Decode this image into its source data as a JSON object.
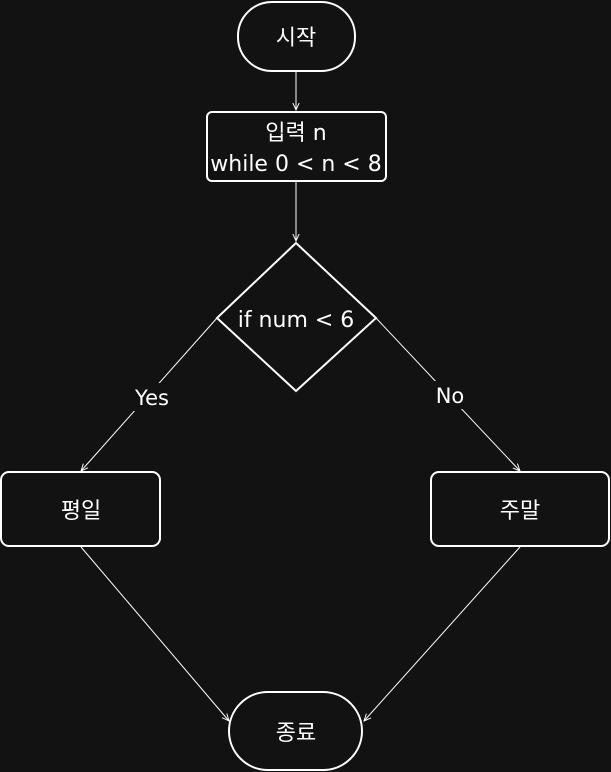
{
  "nodes": {
    "start": {
      "label": "시작"
    },
    "input": {
      "line1": "입력 n",
      "line2": "while 0 < n < 8"
    },
    "decision": {
      "label": "if num < 6"
    },
    "weekday": {
      "label": "평일"
    },
    "weekend": {
      "label": "주말"
    },
    "end": {
      "label": "종료"
    }
  },
  "edges": {
    "yes_label": "Yes",
    "no_label": "No"
  },
  "colors": {
    "background": "#121212",
    "stroke": "#ffffff",
    "text": "#ffffff"
  }
}
